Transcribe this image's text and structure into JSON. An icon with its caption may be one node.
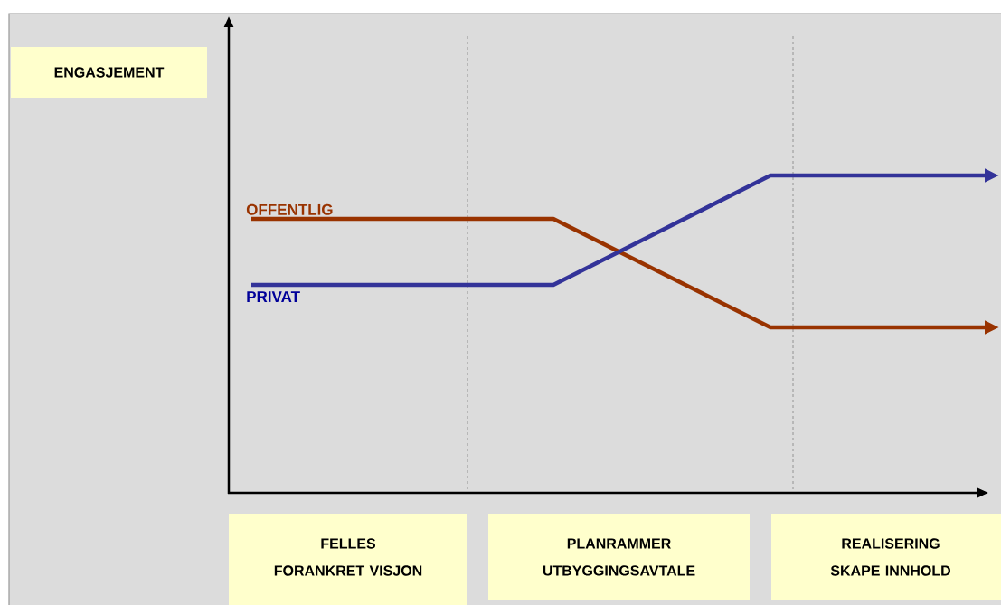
{
  "diagram": {
    "nodes": [
      {
        "text": [
          "ENGASJEMENT"
        ]
      },
      {
        "text": [
          "OFFENTLIG"
        ]
      },
      {
        "text": [
          "PRIVAT"
        ]
      },
      {
        "text": [
          "FELLES FORANKRET VISJON"
        ]
      },
      {
        "text": [
          "PLANRAMMER UTBYGGINGSAVTALE"
        ]
      },
      {
        "text": [
          "REALISERING SKAPE INNHOLD"
        ]
      }
    ],
    "edges": [
      {
        "from": 1,
        "to": null,
        "arrow": "to",
        "color": "#993300"
      },
      {
        "from": 2,
        "to": null,
        "arrow": "to",
        "color": "#333399"
      }
    ]
  }
}
